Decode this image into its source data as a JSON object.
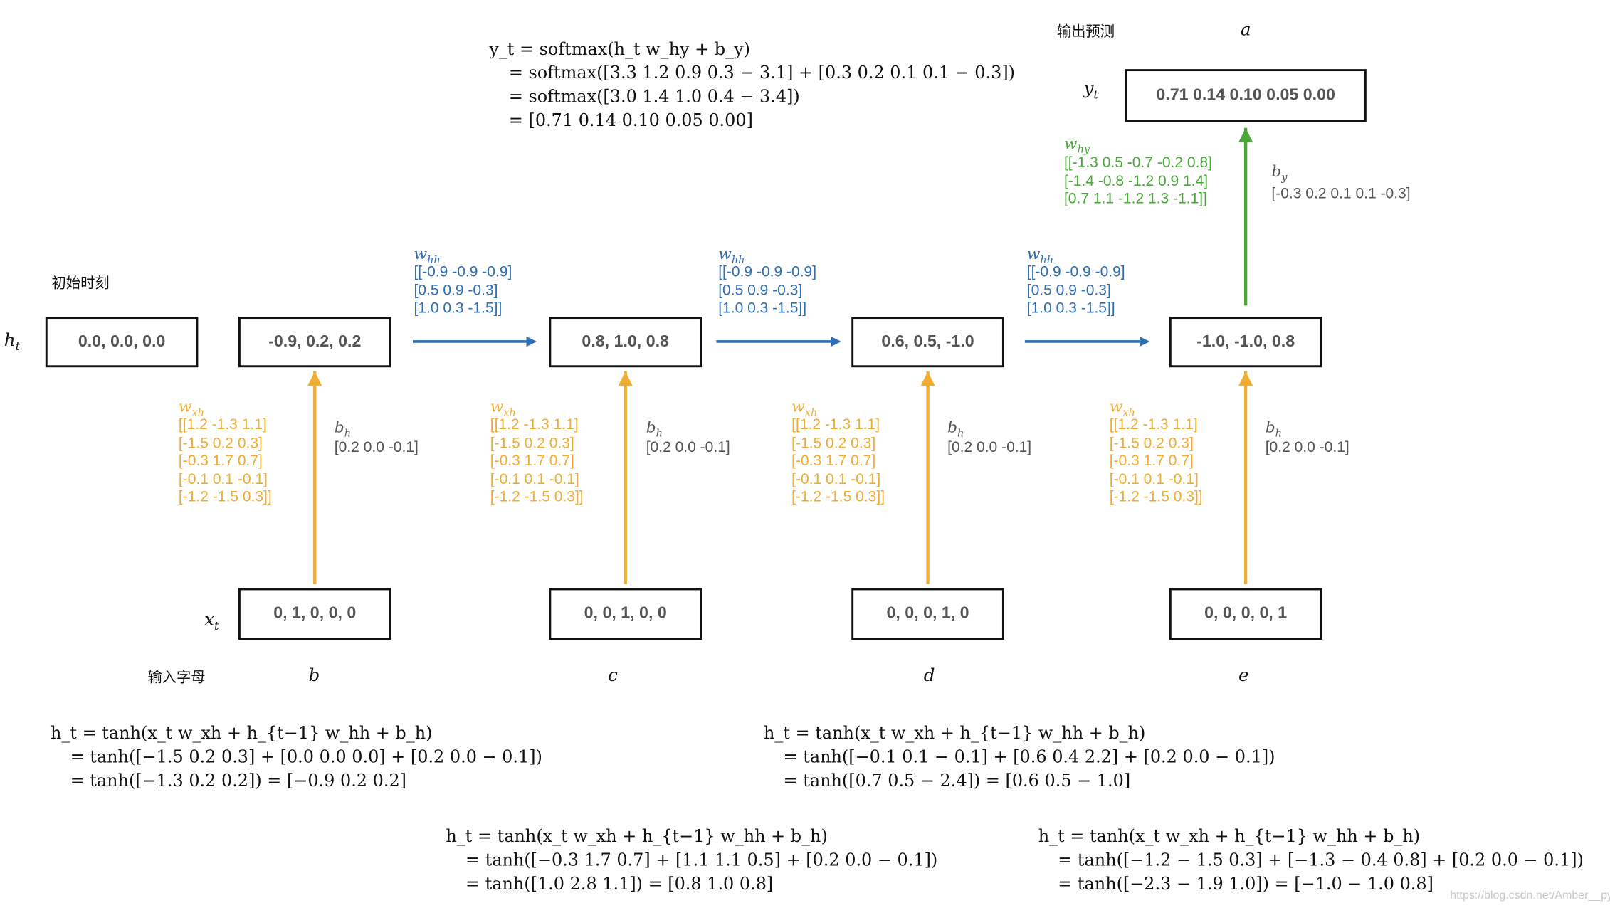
{
  "labels": {
    "initial": "初始时刻",
    "input_letters": "输入字母",
    "output_pred": "输出预测",
    "watermark": "https://blog.csdn.net/Amber__py"
  },
  "letters": {
    "output": "a",
    "inputs": [
      "b",
      "c",
      "d",
      "e"
    ]
  },
  "hidden_states": [
    "0.0, 0.0, 0.0",
    "-0.9, 0.2, 0.2",
    "0.8, 1.0, 0.8",
    "0.6, 0.5, -1.0",
    "-1.0, -1.0, 0.8"
  ],
  "inputs": [
    "0, 1, 0, 0, 0",
    "0, 0, 1, 0, 0",
    "0, 0, 0, 1, 0",
    "0, 0, 0, 0, 1"
  ],
  "output_value": "0.71 0.14 0.10 0.05 0.00",
  "params": {
    "w_hh_rows": [
      "[[-0.9 -0.9 -0.9]",
      "[0.5 0.9 -0.3]",
      "[1.0 0.3 -1.5]]"
    ],
    "w_xh_rows": [
      "[[1.2 -1.3 1.1]",
      "[-1.5 0.2 0.3]",
      "[-0.3 1.7 0.7]",
      "[-0.1 0.1 -0.1]",
      "[-1.2 -1.5 0.3]]"
    ],
    "b_h": "[0.2 0.0 -0.1]",
    "w_hy_rows": [
      "[[-1.3 0.5 -0.7 -0.2 0.8]",
      "[-1.4 -0.8 -1.2 0.9 1.4]",
      "[0.7 1.1 -1.2 1.3 -1.1]]"
    ],
    "b_y": "[-0.3 0.2 0.1 0.1 -0.3]"
  },
  "equations": {
    "softmax": {
      "head": "y_t = softmax(h_t w_hy + b_y)",
      "lines": [
        "= softmax([3.3 1.2 0.9 0.3  − 3.1] + [0.3 0.2 0.1 0.1  − 0.3])",
        "= softmax([3.0 1.4 1.0 0.4  − 3.4])",
        "= [0.71 0.14 0.10 0.05 0.00]"
      ]
    },
    "step_b": {
      "head": "h_t = tanh(x_t w_xh + h_{t−1} w_hh + b_h)",
      "lines": [
        "= tanh([−1.5 0.2 0.3] + [0.0 0.0 0.0] + [0.2 0.0  − 0.1])",
        "= tanh([−1.3 0.2 0.2]) = [−0.9 0.2 0.2]"
      ]
    },
    "step_c": {
      "head": "h_t = tanh(x_t w_xh + h_{t−1} w_hh + b_h)",
      "lines": [
        "= tanh([−0.3 1.7 0.7] + [1.1 1.1 0.5] + [0.2 0.0  − 0.1])",
        "= tanh([1.0 2.8 1.1]) = [0.8 1.0 0.8]"
      ]
    },
    "step_d": {
      "head": "h_t = tanh(x_t w_xh + h_{t−1} w_hh + b_h)",
      "lines": [
        "= tanh([−0.1 0.1  − 0.1] + [0.6 0.4 2.2] + [0.2 0.0  − 0.1])",
        "= tanh([0.7 0.5  − 2.4]) = [0.6 0.5  − 1.0]"
      ]
    },
    "step_e": {
      "head": "h_t = tanh(x_t w_xh + h_{t−1} w_hh + b_h)",
      "lines": [
        "= tanh([−1.2  − 1.5 0.3] + [−1.3  − 0.4 0.8] + [0.2 0.0  − 0.1])",
        "= tanh([−2.3  − 1.9 1.0]) = [−1.0  − 1.0 0.8]"
      ]
    }
  },
  "colors": {
    "recurrent": "#2e6fb6",
    "input": "#f0ad33",
    "output": "#4aa83a",
    "bias": "#555555"
  }
}
